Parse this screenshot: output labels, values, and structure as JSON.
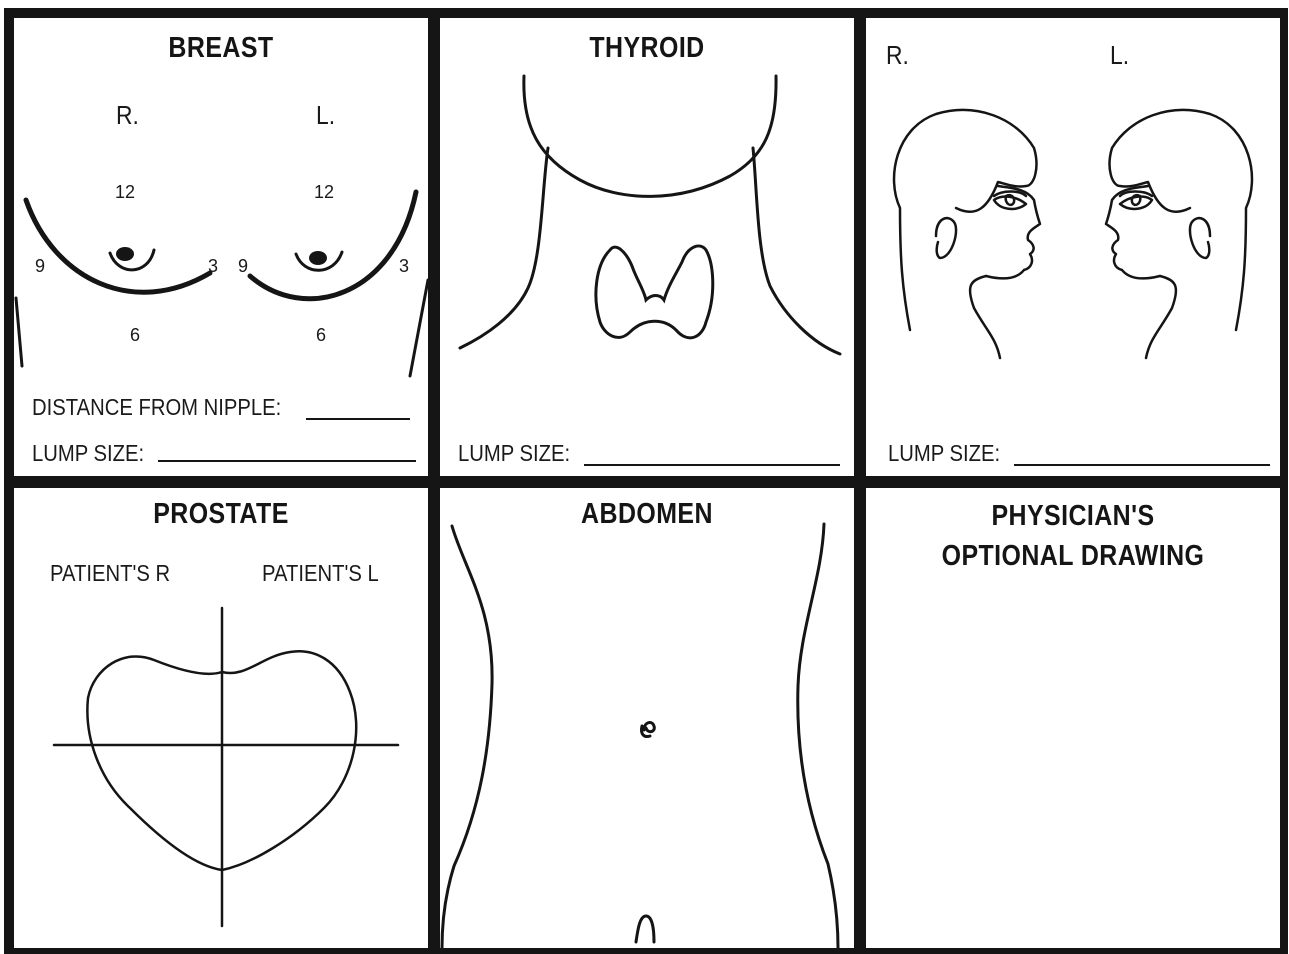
{
  "breast": {
    "title": "BREAST",
    "right_label": "R.",
    "left_label": "L.",
    "right_clock": {
      "top": "12",
      "left": "9",
      "right": "3",
      "bottom": "6"
    },
    "left_clock": {
      "top": "12",
      "left": "9",
      "right": "3",
      "bottom": "6"
    },
    "distance_label": "DISTANCE FROM NIPPLE:",
    "lump_label": "LUMP SIZE:"
  },
  "thyroid": {
    "title": "THYROID",
    "lump_label": "LUMP SIZE:"
  },
  "profiles": {
    "right_label": "R.",
    "left_label": "L.",
    "lump_label": "LUMP SIZE:"
  },
  "prostate": {
    "title": "PROSTATE",
    "patient_right": "PATIENT'S R",
    "patient_left": "PATIENT'S L"
  },
  "abdomen": {
    "title": "ABDOMEN"
  },
  "optional": {
    "title_line1": "PHYSICIAN'S",
    "title_line2": "OPTIONAL DRAWING"
  }
}
